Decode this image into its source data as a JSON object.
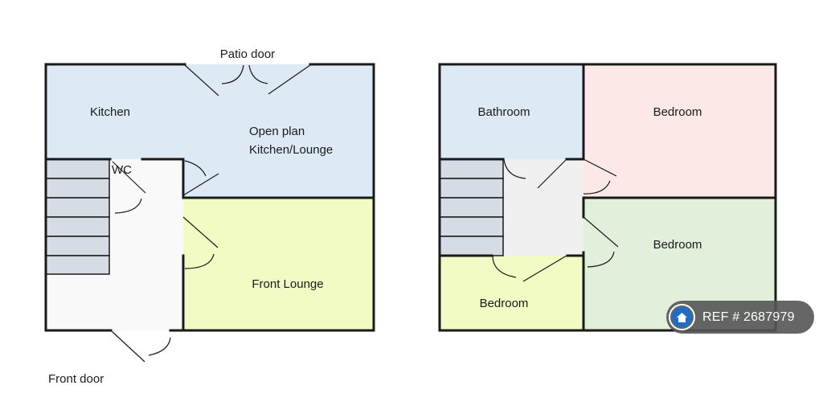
{
  "ground_floor": {
    "labels": {
      "patio_door": "Patio door",
      "kitchen": "Kitchen",
      "open_plan_line1": "Open plan",
      "open_plan_line2": "Kitchen/Lounge",
      "wc": "WC",
      "front_lounge": "Front Lounge",
      "front_door": "Front door"
    }
  },
  "first_floor": {
    "labels": {
      "bathroom": "Bathroom",
      "bedroom_1": "Bedroom",
      "bedroom_2": "Bedroom",
      "bedroom_3": "Bedroom"
    }
  },
  "watermark": {
    "text": "REF # 2687979",
    "icon": "house-logo-icon"
  },
  "colors": {
    "blue_room": "#ddeaf6",
    "yellow_room": "#f2fbc4",
    "pink_room": "#fde8e8",
    "green_room": "#e2efda",
    "landing": "#f0f0f0",
    "stairs": "#d6dce4",
    "wall": "#1a1a1a"
  }
}
